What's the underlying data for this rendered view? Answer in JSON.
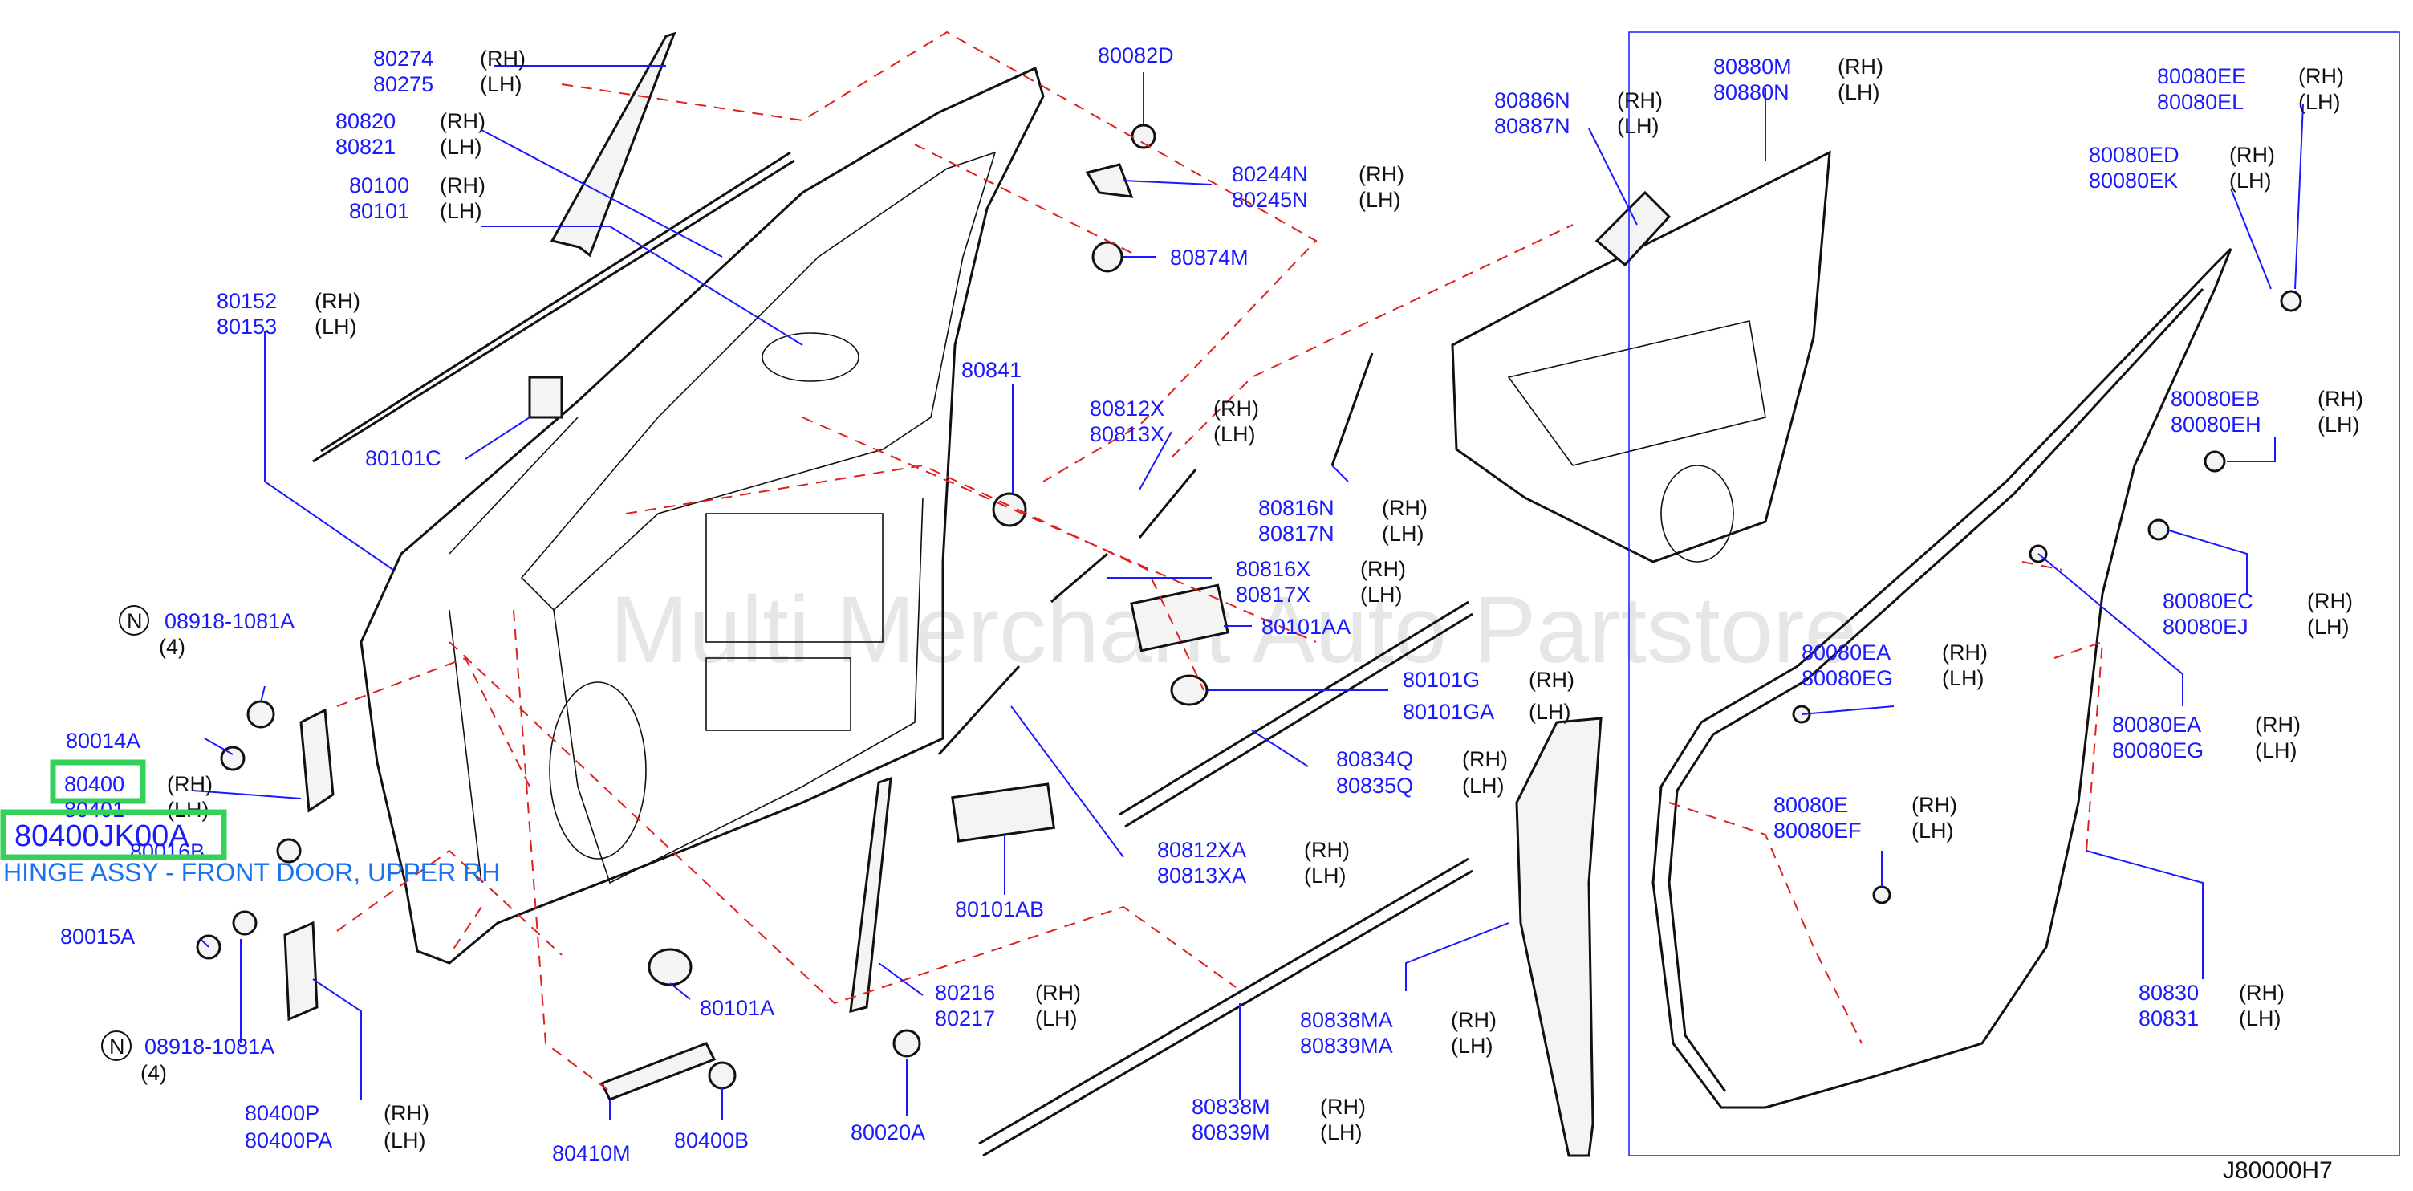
{
  "diagram": {
    "watermark": "Multi Merchant Auto Partstore",
    "ref_code": "J80000H7",
    "highlight": {
      "part_no": "80400JK00A",
      "description": "HINGE ASSY - FRONT DOOR, UPPER RH"
    },
    "callouts": [
      {
        "id": "c1",
        "top": "80274",
        "top_side": "(RH)",
        "bottom": "80275",
        "bottom_side": "(LH)"
      },
      {
        "id": "c2",
        "top": "80820",
        "top_side": "(RH)",
        "bottom": "80821",
        "bottom_side": "(LH)"
      },
      {
        "id": "c3",
        "top": "80100",
        "top_side": "(RH)",
        "bottom": "80101",
        "bottom_side": "(LH)"
      },
      {
        "id": "c4",
        "top": "80152",
        "top_side": "(RH)",
        "bottom": "80153",
        "bottom_side": "(LH)"
      },
      {
        "id": "c5",
        "top": "80101C"
      },
      {
        "id": "c6",
        "top": "80082D"
      },
      {
        "id": "c7",
        "top": "80244N",
        "top_side": "(RH)",
        "bottom": "80245N",
        "bottom_side": "(LH)"
      },
      {
        "id": "c8",
        "top": "80874M"
      },
      {
        "id": "c9",
        "top": "80841"
      },
      {
        "id": "c10",
        "top": "80812X",
        "top_side": "(RH)",
        "bottom": "80813X",
        "bottom_side": "(LH)"
      },
      {
        "id": "c11",
        "top": "80816N",
        "top_side": "(RH)",
        "bottom": "80817N",
        "bottom_side": "(LH)"
      },
      {
        "id": "c12",
        "top": "80816X",
        "top_side": "(RH)",
        "bottom": "80817X",
        "bottom_side": "(LH)"
      },
      {
        "id": "c13",
        "top": "80101AA"
      },
      {
        "id": "c14",
        "top": "80101G",
        "top_side": "(RH)",
        "bottom": "80101GA",
        "bottom_side": "(LH)"
      },
      {
        "id": "c15",
        "top": "80834Q",
        "top_side": "(RH)",
        "bottom": "80835Q",
        "bottom_side": "(LH)"
      },
      {
        "id": "c16",
        "top": "80812XA",
        "top_side": "(RH)",
        "bottom": "80813XA",
        "bottom_side": "(LH)"
      },
      {
        "id": "c17",
        "top": "80101AB"
      },
      {
        "id": "c18",
        "top": "80216",
        "top_side": "(RH)",
        "bottom": "80217",
        "bottom_side": "(LH)"
      },
      {
        "id": "c19",
        "top": "80101A"
      },
      {
        "id": "c20",
        "top": "80020A"
      },
      {
        "id": "c21",
        "top": "80410M"
      },
      {
        "id": "c22",
        "top": "80400B"
      },
      {
        "id": "c23",
        "top": "80838M",
        "top_side": "(RH)",
        "bottom": "80839M",
        "bottom_side": "(LH)"
      },
      {
        "id": "c24",
        "top": "80838MA",
        "top_side": "(RH)",
        "bottom": "80839MA",
        "bottom_side": "(LH)"
      },
      {
        "id": "c25",
        "top": "80886N",
        "top_side": "(RH)",
        "bottom": "80887N",
        "bottom_side": "(LH)"
      },
      {
        "id": "c26",
        "top": "80880M",
        "top_side": "(RH)",
        "bottom": "80880N",
        "bottom_side": "(LH)"
      },
      {
        "id": "c27",
        "top": "80080EE",
        "top_side": "(RH)",
        "bottom": "80080EL",
        "bottom_side": "(LH)"
      },
      {
        "id": "c28",
        "top": "80080ED",
        "top_side": "(RH)",
        "bottom": "80080EK",
        "bottom_side": "(LH)"
      },
      {
        "id": "c29",
        "top": "80080EB",
        "top_side": "(RH)",
        "bottom": "80080EH",
        "bottom_side": "(LH)"
      },
      {
        "id": "c30",
        "top": "80080EC",
        "top_side": "(RH)",
        "bottom": "80080EJ",
        "bottom_side": "(LH)"
      },
      {
        "id": "c31",
        "top": "80080EA",
        "top_side": "(RH)",
        "bottom": "80080EG",
        "bottom_side": "(LH)"
      },
      {
        "id": "c32",
        "top": "80080EA",
        "top_side": "(RH)",
        "bottom": "80080EG",
        "bottom_side": "(LH)"
      },
      {
        "id": "c33",
        "top": "80080E",
        "top_side": "(RH)",
        "bottom": "80080EF",
        "bottom_side": "(LH)"
      },
      {
        "id": "c34",
        "top": "80830",
        "top_side": "(RH)",
        "bottom": "80831",
        "bottom_side": "(LH)"
      },
      {
        "id": "c35",
        "top": "80014A"
      },
      {
        "id": "c36",
        "top": "80400",
        "top_side": "(RH)",
        "bottom": "80401",
        "bottom_side": "(LH)"
      },
      {
        "id": "c37",
        "top": "80016B"
      },
      {
        "id": "c38",
        "top": "80015A"
      },
      {
        "id": "c39",
        "top": "80400P",
        "top_side": "(RH)",
        "bottom": "80400PA",
        "bottom_side": "(LH)"
      }
    ],
    "nuts": [
      {
        "id": "n1",
        "badge": "N",
        "part_no": "08918-1081A",
        "qty": "(4)"
      },
      {
        "id": "n2",
        "badge": "N",
        "part_no": "08918-1081A",
        "qty": "(4)"
      }
    ]
  }
}
